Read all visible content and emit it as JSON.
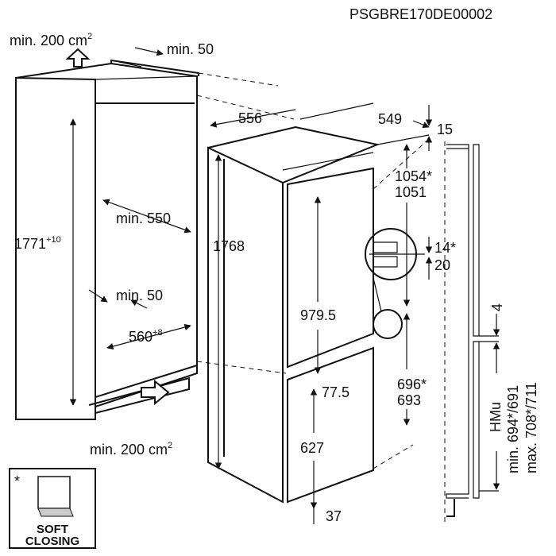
{
  "code": "PSGBRE170DE00002",
  "cabinet": {
    "vent_top": "min. 200 cm",
    "vent_top_sup": "2",
    "gap_top": "min. 50",
    "height": "1771",
    "height_sup": "+10",
    "depth": "min. 550",
    "side_gap": "min. 50",
    "width": "560",
    "width_sup": "+8",
    "vent_bottom": "min. 200 cm",
    "vent_bottom_sup": "2"
  },
  "appliance": {
    "width": "556",
    "depth": "549",
    "top_gap": "15",
    "height": "1768",
    "upper_door_a": "1054*",
    "upper_door_b": "1051",
    "hinge_a": "14*",
    "hinge_b": "20",
    "fridge_height": "979.5",
    "middle": "77.5",
    "lower_door_a": "696*",
    "lower_door_b": "693",
    "freezer_height": "627",
    "bottom": "37"
  },
  "furniture_door": {
    "gap": "4",
    "label": "HMu",
    "min": "min. 694*/691",
    "max": "max. 708*/711"
  },
  "soft_closing": {
    "asterisk": "*",
    "line1": "SOFT",
    "line2": "CLOSING"
  }
}
